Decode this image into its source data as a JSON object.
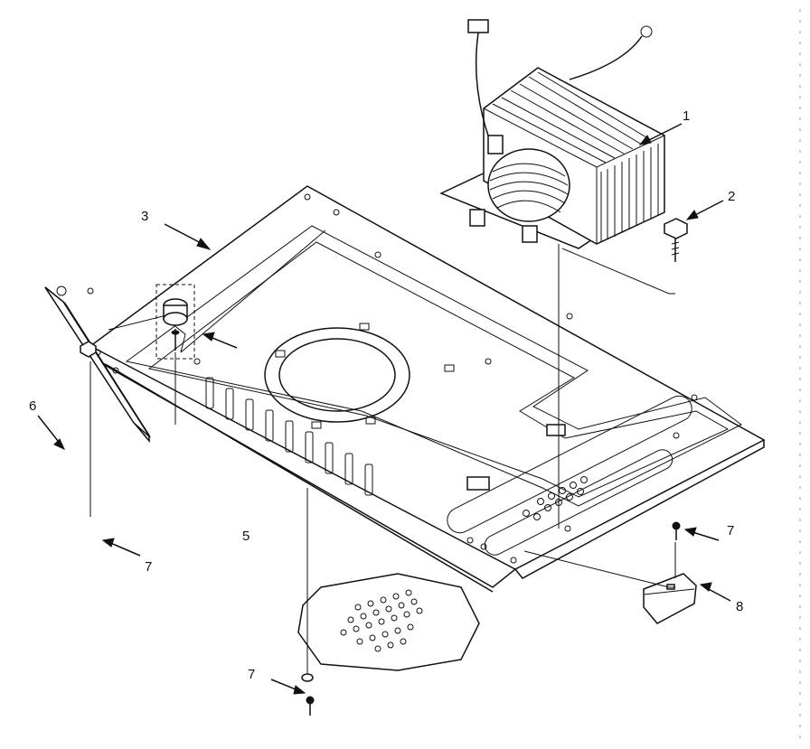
{
  "callouts": [
    {
      "id": "1",
      "text": "1"
    },
    {
      "id": "2",
      "text": "2"
    },
    {
      "id": "3",
      "text": "3"
    },
    {
      "id": "5",
      "text": "5"
    },
    {
      "id": "6",
      "text": "6"
    },
    {
      "id": "7a",
      "text": "7"
    },
    {
      "id": "7b",
      "text": "7"
    },
    {
      "id": "7c",
      "text": "7"
    },
    {
      "id": "8",
      "text": "8"
    }
  ],
  "colors": {
    "ink": "#111111",
    "paper": "#ffffff"
  }
}
